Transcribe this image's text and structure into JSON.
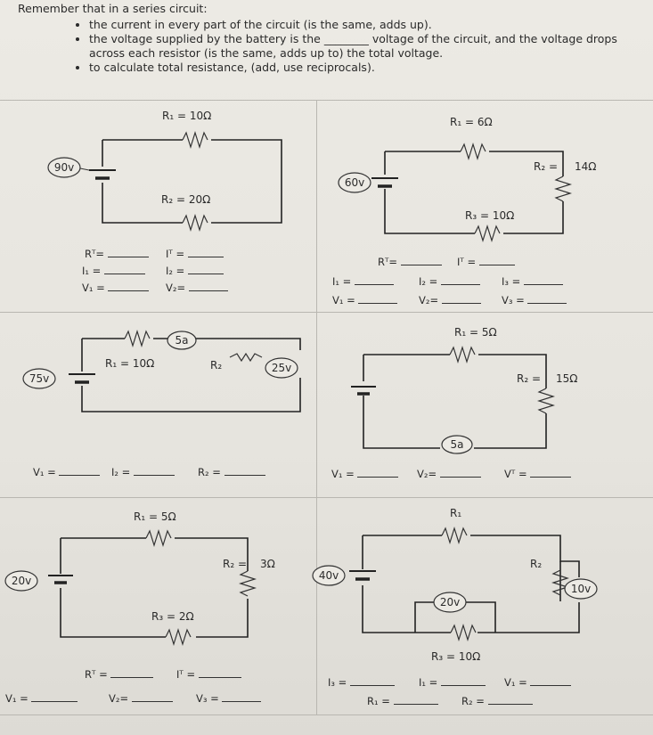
{
  "intro": {
    "title": "Remember that in a series circuit:",
    "bullets": [
      "the current in every part of the circuit (is the same, adds up).",
      "the voltage supplied by the battery is the ________ voltage of the circuit, and the voltage drops across each resistor (is the same, adds up to) the total voltage.",
      "to calculate total resistance, (add, use reciprocals)."
    ]
  },
  "circuits": {
    "c1": {
      "battery": "90v",
      "r1": "R₁ = 10Ω",
      "r2": "R₂ = 20Ω",
      "answers": [
        "Rᵀ=",
        "Iᵀ =",
        "I₁ =",
        "I₂ =",
        "V₁ =",
        "V₂="
      ]
    },
    "c2": {
      "battery": "60v",
      "r1": "R₁ = 6Ω",
      "r2": "R₂ =",
      "r2v": "14Ω",
      "r3": "R₃ = 10Ω",
      "answers": [
        "Rᵀ=",
        "Iᵀ =",
        "I₁ =",
        "I₂ =",
        "I₃ =",
        "V₁ =",
        "V₂=",
        "V₃ ="
      ]
    },
    "c3": {
      "battery": "75v",
      "current": "5a",
      "r1": "R₁ = 10Ω",
      "r2": "R₂",
      "v2": "25v",
      "answers": [
        "V₁ =",
        "I₂ =",
        "R₂ ="
      ]
    },
    "c4": {
      "r1": "R₁ = 5Ω",
      "r2": "R₂ =",
      "r2v": "15Ω",
      "current": "5a",
      "answers": [
        "V₁ =",
        "V₂=",
        "Vᵀ ="
      ]
    },
    "c5": {
      "battery": "20v",
      "r1": "R₁ = 5Ω",
      "r2": "R₂ =",
      "r2v": "3Ω",
      "r3": "R₃ = 2Ω",
      "answers": [
        "Rᵀ =",
        "Iᵀ =",
        "V₁ =",
        "V₂=",
        "V₃ ="
      ]
    },
    "c6": {
      "battery": "40v",
      "r1": "R₁",
      "r2": "R₂",
      "v2": "10v",
      "v3": "20v",
      "r3": "R₃ = 10Ω",
      "answers": [
        "I₃ =",
        "I₁ =",
        "V₁ =",
        "R₁ =",
        "R₂ ="
      ]
    }
  }
}
